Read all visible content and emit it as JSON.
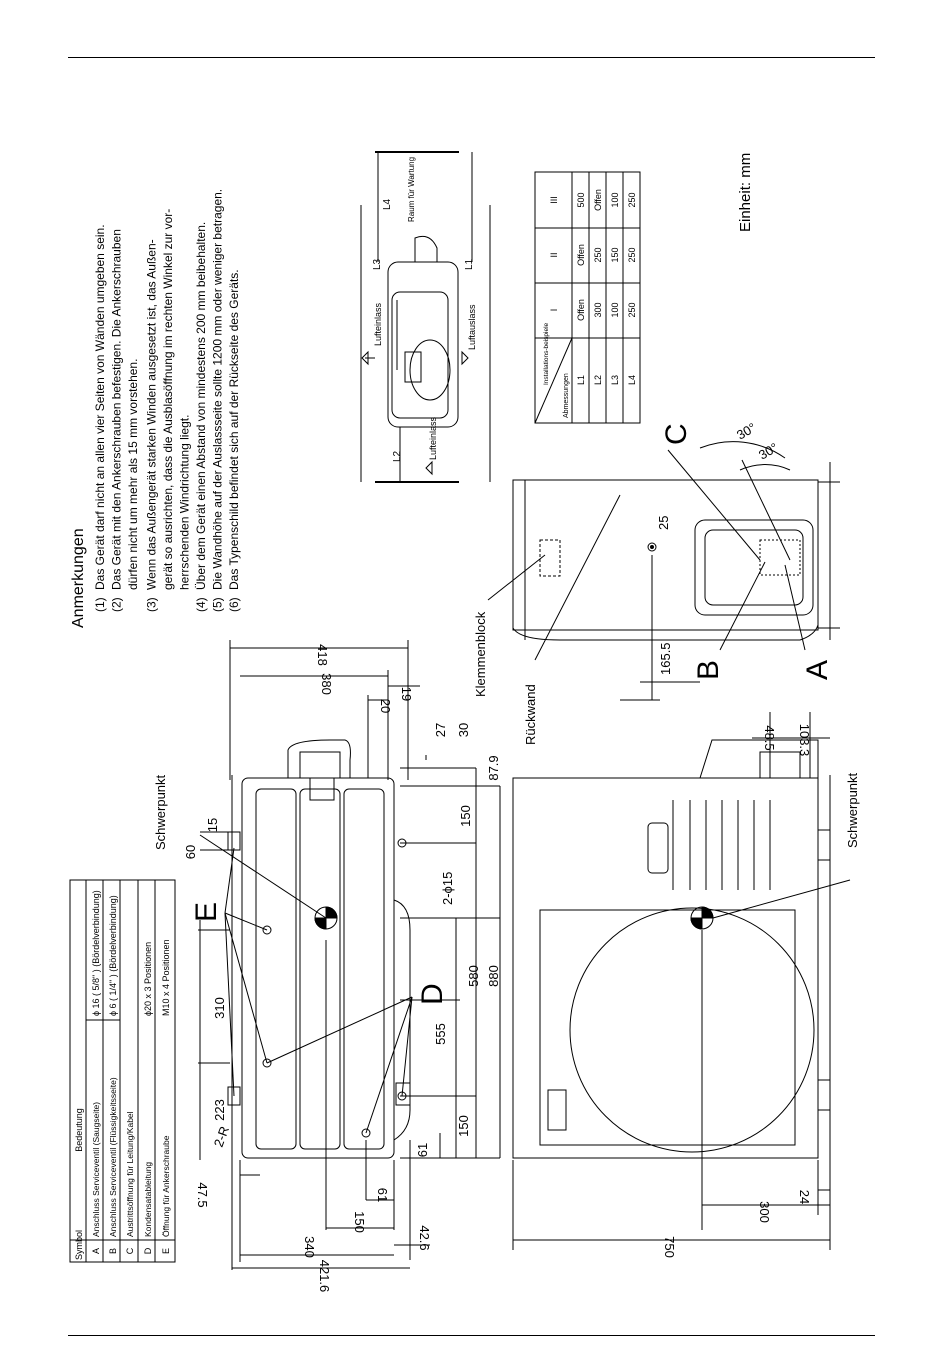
{
  "notes": {
    "heading": "Anmerkungen",
    "items": [
      {
        "num": "(1)",
        "lines": [
          "Das Gerät darf nicht an allen vier Seiten von Wänden umgeben sein."
        ]
      },
      {
        "num": "(2)",
        "lines": [
          "Das Gerät mit den Ankerschrauben befestigen. Die Ankerschrauben",
          "dürfen nicht um mehr als 15 mm vorstehen."
        ]
      },
      {
        "num": "(3)",
        "lines": [
          "Wenn das Außengerät starken Winden ausgesetzt ist, das Außen-",
          "gerät so ausrichten, dass die Ausblasöffnung im rechten Winkel zur vor-",
          "herrschenden Windrichtung liegt."
        ]
      },
      {
        "num": "(4)",
        "lines": [
          "Über dem Gerät einen Abstand von mindestens 200 mm beibehalten."
        ]
      },
      {
        "num": "(5)",
        "lines": [
          "Die Wandhöhe auf der Auslassseite sollte 1200 mm oder weniger betragen."
        ]
      },
      {
        "num": "(6)",
        "lines": [
          "Das Typenschild befindet sich auf der Rückseite des Geräts."
        ]
      }
    ]
  },
  "unit": "Einheit: mm",
  "symbol_table": {
    "headers": [
      "Symbol",
      "Bedeutung"
    ],
    "rows": [
      {
        "symbol": "A",
        "meaning": "Anschluss Serviceventil (Saugseite)",
        "spec": "ϕ 16 ( 5/8\" ) (Bördelverbindung)"
      },
      {
        "symbol": "B",
        "meaning": "Anschluss Serviceventil (Flüssigkeitsseite)",
        "spec": "ϕ 6 ( 1/4\" ) (Bördelverbindung)"
      },
      {
        "symbol": "C",
        "meaning": "Austrittsöffnung für Leitung/Kabel",
        "spec": ""
      },
      {
        "symbol": "D",
        "meaning": "Kondensatableitung",
        "spec": "ϕ20 x 3 Positionen"
      },
      {
        "symbol": "E",
        "meaning": "Öffnung für Ankerschraube",
        "spec": "M10 x 4 Positionen"
      }
    ]
  },
  "install_table": {
    "corner_top": "Installations-beispiele",
    "corner_bottom": "Abmessungen",
    "columns": [
      "I",
      "II",
      "III"
    ],
    "rows": [
      {
        "label": "L1",
        "values": [
          "Offen",
          "Offen",
          "500"
        ]
      },
      {
        "label": "L2",
        "values": [
          "300",
          "250",
          "Offen"
        ]
      },
      {
        "label": "L3",
        "values": [
          "100",
          "150",
          "100"
        ]
      },
      {
        "label": "L4",
        "values": [
          "250",
          "250",
          "250"
        ]
      }
    ]
  },
  "clearance_diagram": {
    "air_in_top": "Lufteinlass",
    "air_out": "Luftauslass",
    "air_in_bottom": "Lufteinlass",
    "service_space": "Raum für Wartung",
    "dims": [
      "L1",
      "L2",
      "L3",
      "L4"
    ]
  },
  "labels": {
    "klemmenblock": "Klemmenblock",
    "rueckwand": "Rückwand",
    "schwerpunkt_top": "Schwerpunkt",
    "schwerpunkt_bottom": "Schwerpunkt",
    "A": "A",
    "B": "B",
    "C": "C",
    "D": "D",
    "E": "E",
    "angle_1": "30°",
    "angle_2": "30°",
    "two_r": "2-R",
    "holes": "2-ϕ15"
  },
  "dimensions": {
    "top_view": [
      "418",
      "380",
      "19",
      "20",
      "27",
      "30",
      "87.9",
      "150",
      "580",
      "880",
      "555",
      "150",
      "61",
      "310",
      "223",
      "60",
      "15",
      "61",
      "47.5",
      "150",
      "340",
      "421.6",
      "42.6"
    ],
    "right_view": [
      "25",
      "165.5"
    ],
    "front_view": [
      "48.5",
      "103.3",
      "750",
      "300",
      "24"
    ]
  }
}
